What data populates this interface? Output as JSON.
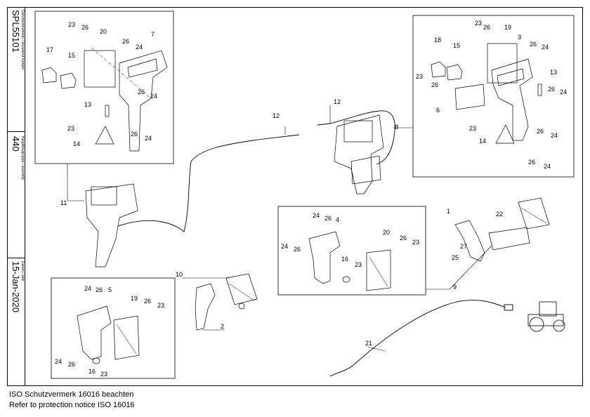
{
  "title_block": {
    "document_number": "SPL55101",
    "document_number_label": "Dokumentnummer / document number",
    "main_group": "440",
    "main_group_label": "Hauptbaugruppe / assembly",
    "date": "15-Jan-2020",
    "date_label": "Datum / date"
  },
  "notice": {
    "line_de": "ISO Schutzvermerk 16016 beachten",
    "line_en": "Refer to protection notice ISO 16016"
  },
  "callouts": {
    "box_top_left": [
      "23",
      "26",
      "20",
      "26",
      "24",
      "7",
      "17",
      "15",
      "26",
      "24",
      "13",
      "23",
      "14",
      "26",
      "24"
    ],
    "box_top_right": [
      "23",
      "26",
      "19",
      "3",
      "18",
      "15",
      "26",
      "24",
      "23",
      "26",
      "13",
      "6",
      "26",
      "24",
      "23",
      "14",
      "26",
      "24",
      "26",
      "24"
    ],
    "box_middle_right": [
      "24",
      "26",
      "4",
      "20",
      "26",
      "23",
      "24",
      "26",
      "16",
      "23"
    ],
    "box_bottom_left": [
      "24",
      "26",
      "5",
      "19",
      "26",
      "23",
      "24",
      "26",
      "16",
      "23"
    ],
    "loose": [
      "12",
      "12",
      "8",
      "11",
      "10",
      "2",
      "1",
      "22",
      "27",
      "25",
      "9",
      "21"
    ]
  }
}
